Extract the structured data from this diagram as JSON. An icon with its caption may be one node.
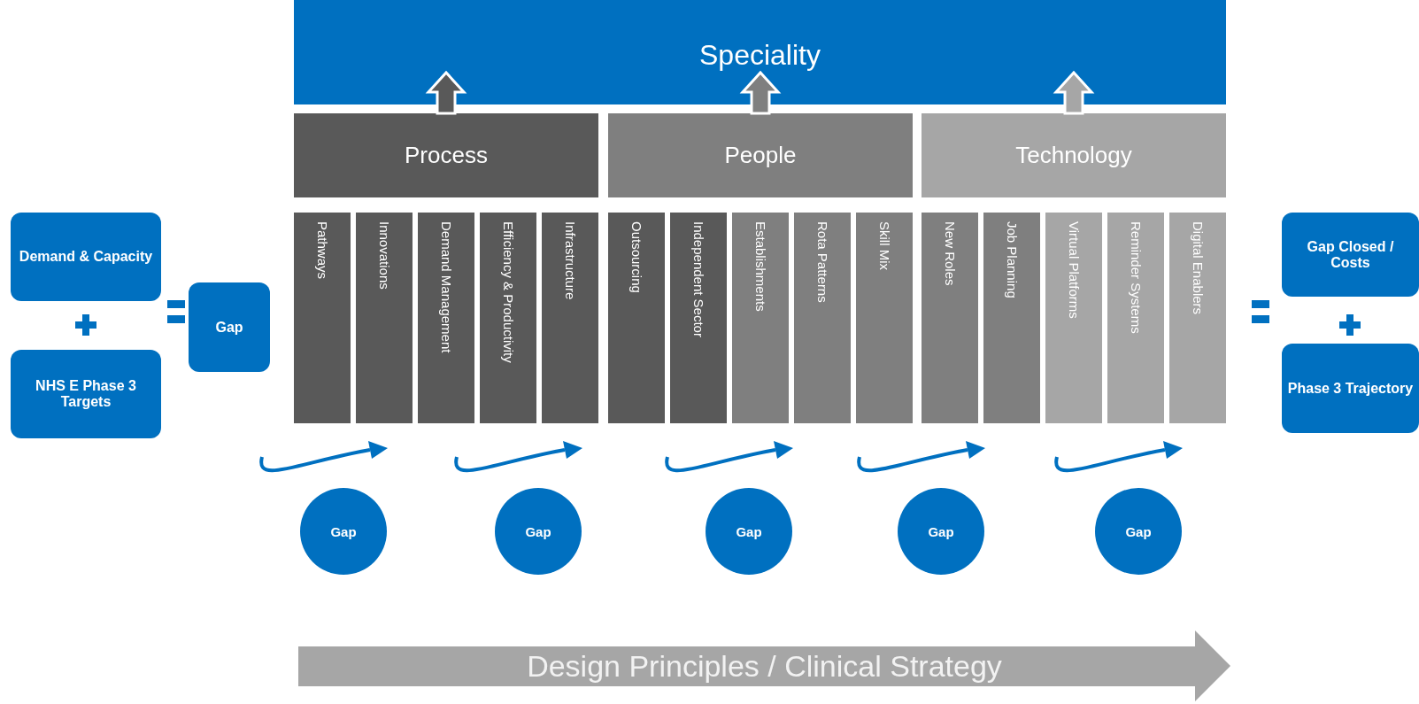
{
  "diagram": {
    "nodes": [
      {
        "text": [
          "Speciality"
        ]
      },
      {
        "text": [
          "Process"
        ]
      },
      {
        "text": [
          "People"
        ]
      },
      {
        "text": [
          "Technology"
        ]
      },
      {
        "text": [
          "Demand & Capacity"
        ]
      },
      {
        "text": [
          "NHS E Phase 3 Targets"
        ]
      },
      {
        "text": [
          "Gap"
        ]
      },
      {
        "text": [
          "Pathways"
        ]
      },
      {
        "text": [
          "Innovations"
        ]
      },
      {
        "text": [
          "Demand Management"
        ]
      },
      {
        "text": [
          "Efficiency & Productivity"
        ]
      },
      {
        "text": [
          "Infrastructure"
        ]
      },
      {
        "text": [
          "Outsourcing"
        ]
      },
      {
        "text": [
          "Independent Sector"
        ]
      },
      {
        "text": [
          "Establishments"
        ]
      },
      {
        "text": [
          "Rota Patterns"
        ]
      },
      {
        "text": [
          "Skill Mix"
        ]
      },
      {
        "text": [
          "New Roles"
        ]
      },
      {
        "text": [
          "Job Planning"
        ]
      },
      {
        "text": [
          "Virtual Platforms"
        ]
      },
      {
        "text": [
          "Reminder Systems"
        ]
      },
      {
        "text": [
          "Digital Enablers"
        ]
      },
      {
        "text": [
          "Gap Closed / Costs"
        ]
      },
      {
        "text": [
          "Phase 3 Trajectory"
        ]
      },
      {
        "text": [
          "Gap"
        ]
      },
      {
        "text": [
          "Gap"
        ]
      },
      {
        "text": [
          "Gap"
        ]
      },
      {
        "text": [
          "Gap"
        ]
      },
      {
        "text": [
          "Gap"
        ]
      },
      {
        "text": [
          "Design Principles / Clinical Strategy"
        ]
      }
    ],
    "edges": [
      {
        "from": 1,
        "to": 0,
        "arrow": "to",
        "style": "thick",
        "color": "#595959"
      },
      {
        "from": 2,
        "to": 0,
        "arrow": "to",
        "style": "thick",
        "color": "#7f7f7f"
      },
      {
        "from": 3,
        "to": 0,
        "arrow": "to",
        "style": "thick",
        "color": "#a6a6a6"
      }
    ]
  }
}
